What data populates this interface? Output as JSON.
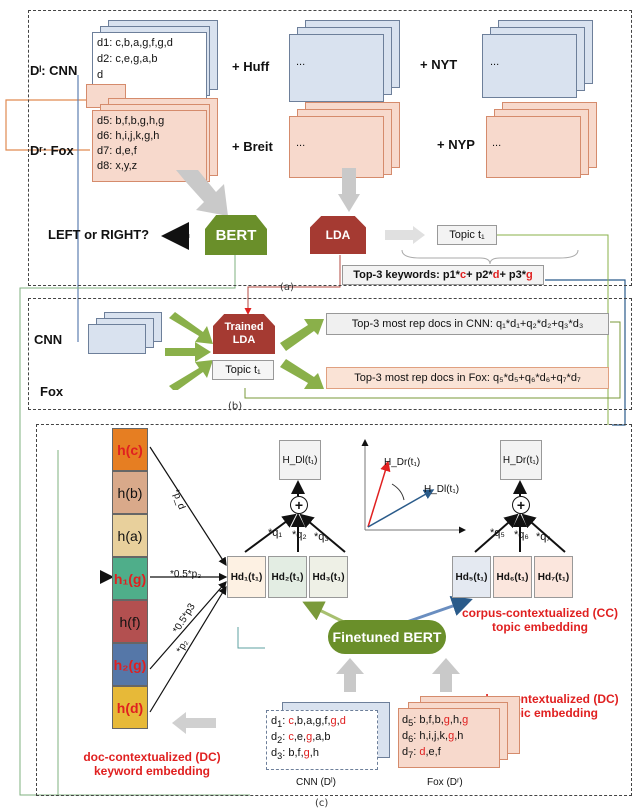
{
  "panel_a": {
    "caption": "(a)",
    "dl_label": "Dˡ: CNN",
    "dr_label": "Dʳ: Fox",
    "cnn_docs": [
      "d1: c,b,a,g,f,g,d",
      "d2: c,e,g,a,b",
      "d"
    ],
    "fox_docs": [
      "d5: b,f,b,g,h,g",
      "d6: h,i,j,k,g,h",
      "d7: d,e,f",
      "d8: x,y,z"
    ],
    "plus_huff": "+ Huff",
    "plus_nyt": "+ NYT",
    "plus_breit": "+ Breit",
    "plus_nyp": "+ NYP",
    "ellipsis": "...",
    "bert": "BERT",
    "lda": "LDA",
    "left_or_right": "LEFT or RIGHT?",
    "topic": "Topic t₁",
    "keywords_prefix": "Top-3 keywords: p1*",
    "kw_c": "c",
    "kw_mid1": " + p2*",
    "kw_d": "d",
    "kw_mid2": " + p3*",
    "kw_g": "g"
  },
  "panel_b": {
    "caption": "(b)",
    "cnn": "CNN",
    "fox": "Fox",
    "trained_lda": "Trained LDA",
    "topic": "Topic t₁",
    "cnn_rep": "Top-3 most rep docs in CNN: q₁*d₁+q₂*d₂+q₃*d₃",
    "fox_rep": "Top-3 most rep docs in Fox: q₅*d₅+q₆*d₆+q₇*d₇"
  },
  "panel_c": {
    "caption": "(c)",
    "keyword_cells": [
      {
        "label": "h(c)",
        "color": "#e67e22",
        "emph": true
      },
      {
        "label": "h(b)",
        "color": "#d9a98a",
        "emph": false
      },
      {
        "label": "h(a)",
        "color": "#e8d09c",
        "emph": false
      },
      {
        "label": "h₁(g)",
        "color": "#4fae8a",
        "emph": true
      },
      {
        "label": "h(f)",
        "color": "#b35050",
        "emph": false
      },
      {
        "label": "h₂(g)",
        "color": "#5577a8",
        "emph": true
      },
      {
        "label": "h(d)",
        "color": "#e7b938",
        "emph": true
      }
    ],
    "weights": {
      "pd": "*p_d",
      "p3a": "*0.5*p₃",
      "p3b": "*0.5*p3",
      "p2": "*p₂"
    },
    "hdl": "H_Dl(t₁)",
    "hdr": "H_Dr(t₁)",
    "q_left": [
      "*q₁",
      "*q₂",
      "*q₃"
    ],
    "q_right": [
      "*q₅",
      "*q₆",
      "*q₇"
    ],
    "hd_left": [
      "Hd₁(t₁)",
      "Hd₂(t₁)",
      "Hd₃(t₁)"
    ],
    "hd_right": [
      "Hd₅(t₁)",
      "Hd₆(t₁)",
      "Hd₇(t₁)"
    ],
    "plus": "+",
    "vec_dr": "H_Dr(t₁)",
    "vec_dl": "H_Dl(t₁)",
    "finetuned_bert": "Finetuned BERT",
    "cc_label": "corpus-contextualized (CC) topic embedding",
    "dc_topic_label": "doc-contextualized (DC) topic embedding",
    "dc_keyword_label": "doc-contextualized (DC) keyword embedding",
    "cnn_docs_label": "CNN (Dˡ)",
    "fox_docs_label": "Fox (Dʳ)",
    "colors": {
      "red": "#e02020",
      "bert_green": "#6a8f2a",
      "lda_red": "#a53a32"
    }
  }
}
